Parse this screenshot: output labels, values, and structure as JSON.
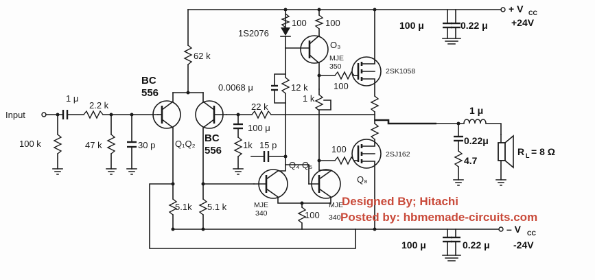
{
  "labels": {
    "input": "Input",
    "r_input": "100 k",
    "c_input": "1 μ",
    "r_series": "2.2 k",
    "r_bias": "47 k",
    "c_filter": "30 p",
    "q1_type": "BC",
    "q1_num": "556",
    "q2_type": "BC",
    "q2_num": "556",
    "q12": "Q₁Q₂",
    "r_tail": "62 k",
    "diode": "1S2076",
    "r_top1": "100",
    "r_top2": "100",
    "q3": "O₃",
    "q3_type": "MJE",
    "q3_num": "350",
    "c_comp": "0.0068 μ",
    "r_12k": "12 k",
    "r_1k_pot": "1 k",
    "r_100_gate": "100",
    "mosfet_top": "2SK1058",
    "r_fb": "22 k",
    "c_fb": "100 μ",
    "r_fb2": "1k",
    "c_15p": "15 p",
    "q4q5": "Q₄ Q₅",
    "r_100_low": "100",
    "mosfet_bot": "2SJ162",
    "q8": "Q₈",
    "q4_type": "MJE",
    "q4_num": "340",
    "q5_type": "MJE",
    "q5_num": "340",
    "r_5k1_a": "5.1k",
    "r_5k1_b": "5.1 k",
    "r_100_em": "100",
    "supply_pos": "+ V",
    "supply_pos_sub": "CC",
    "supply_pos_v": "+24V",
    "supply_neg": "– V",
    "supply_neg_sub": "CC",
    "supply_neg_v": "-24V",
    "c_pos_big": "100 μ",
    "c_pos_small": "0.22 μ",
    "c_neg_big": "100 μ",
    "c_neg_small": "0.22 μ",
    "l_out": "1 μ",
    "c_out": "0.22μ",
    "r_out": "4.7",
    "load": "R",
    "load_sub": "L",
    "load_val": "= 8 Ω"
  },
  "credits": {
    "designed": "Designed By; Hitachi",
    "posted": "Posted by: hbmemade-circuits.com"
  }
}
